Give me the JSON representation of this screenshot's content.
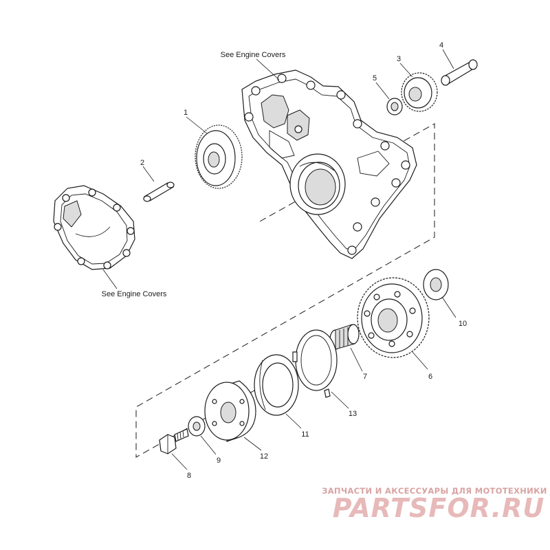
{
  "notes": {
    "engine_covers_top": "See Engine Covers",
    "engine_covers_left": "See Engine Covers"
  },
  "callouts": {
    "c1": "1",
    "c2": "2",
    "c3": "3",
    "c4": "4",
    "c5": "5",
    "c6": "6",
    "c7": "7",
    "c8": "8",
    "c9": "9",
    "c10": "10",
    "c11": "11",
    "c12": "12",
    "c13": "13"
  },
  "watermark": {
    "tagline": "ЗАПЧАСТИ И АКСЕССУАРЫ ДЛЯ МОТОТЕХНИКИ",
    "brand": "PARTSFOR.RU"
  },
  "colors": {
    "line": "#1a1a1a",
    "watermark": "#e7b9b9"
  }
}
